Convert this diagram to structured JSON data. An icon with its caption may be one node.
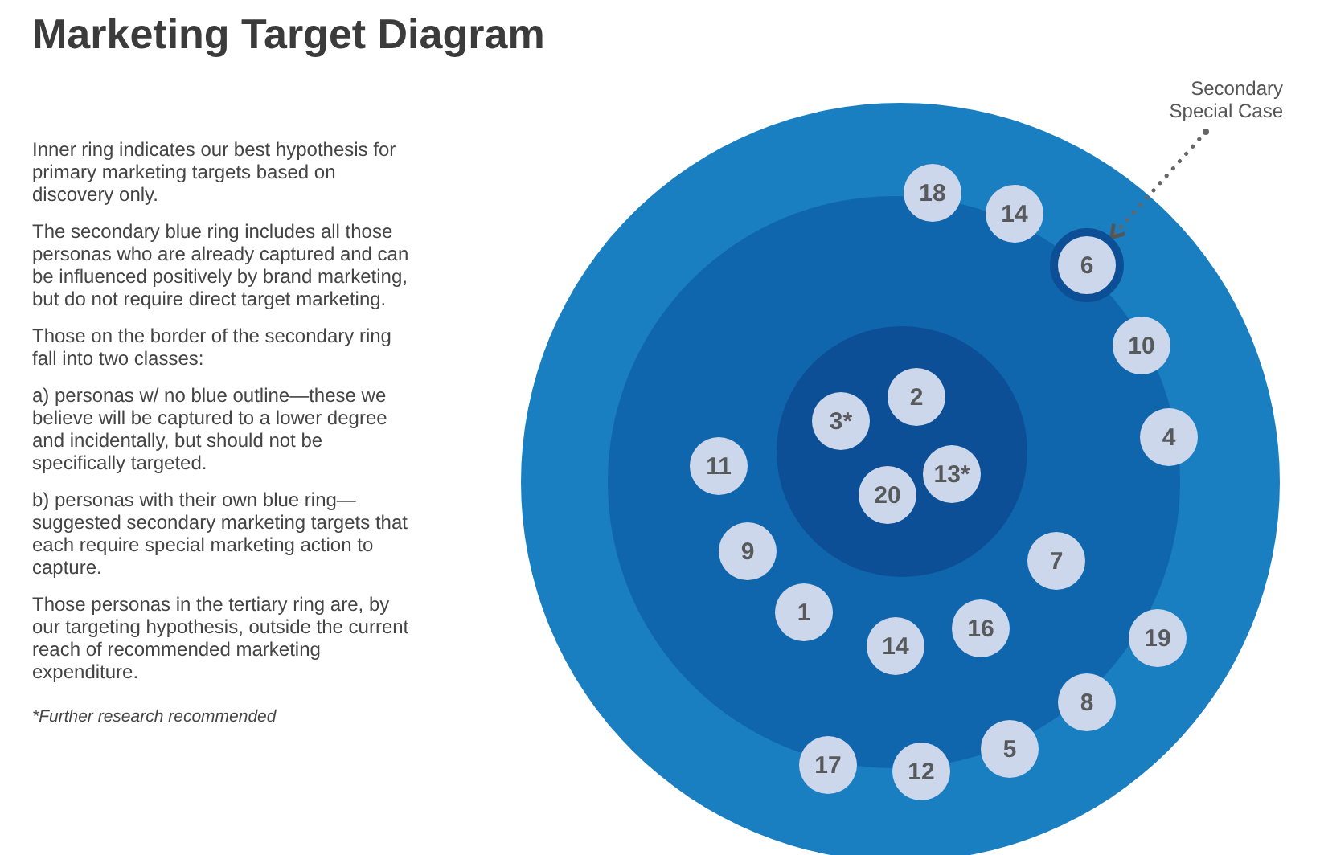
{
  "diagram": {
    "title": "Marketing Target Diagram",
    "nodes": [
      {
        "text": [],
        "shape": "circle"
      },
      {
        "text": [],
        "shape": "circle",
        "in": 0
      },
      {
        "text": [],
        "shape": "circle",
        "in": 1
      },
      {
        "text": [
          "Secondary Special Case"
        ]
      },
      {
        "text": [
          "18"
        ],
        "in": 0
      },
      {
        "text": [
          "14"
        ],
        "in": 0
      },
      {
        "text": [
          "6"
        ],
        "in": 1
      },
      {
        "text": [
          "10"
        ],
        "in": 1
      },
      {
        "text": [
          "2"
        ],
        "in": 2
      },
      {
        "text": [
          "3*"
        ],
        "in": 2
      },
      {
        "text": [
          "4"
        ],
        "in": 1
      },
      {
        "text": [
          "11"
        ],
        "in": 1
      },
      {
        "text": [
          "13*"
        ],
        "in": 2
      },
      {
        "text": [
          "20"
        ],
        "in": 2
      },
      {
        "text": [
          "9"
        ],
        "in": 1
      },
      {
        "text": [
          "7"
        ],
        "in": 1
      },
      {
        "text": [
          "1"
        ],
        "in": 1
      },
      {
        "text": [
          "16"
        ],
        "in": 1
      },
      {
        "text": [
          "19"
        ],
        "in": 0
      },
      {
        "text": [
          "14"
        ],
        "in": 1
      },
      {
        "text": [
          "8"
        ],
        "in": 1
      },
      {
        "text": [
          "5"
        ],
        "in": 0
      },
      {
        "text": [
          "17"
        ],
        "in": 0
      },
      {
        "text": [
          "12"
        ],
        "in": 0
      }
    ],
    "edges": [
      {
        "from": 3,
        "to": 6,
        "arrow": "to",
        "style": "dashed"
      }
    ],
    "labels": [
      "Inner ring indicates our best hypothesis for primary marketing targets based on discovery only.",
      "The secondary blue ring includes all those personas who are already captured and can be influenced positively by brand marketing, but do not require direct target marketing.",
      "Those on the border of the secondary ring fall into two classes:",
      "a) personas w/ no blue outline—these we believe will be captured to a lower degree and incidentally, but should not be specifically targeted.",
      "b) personas with their own blue ring—suggested secondary marketing targets that each require special marketing action to capture.",
      "Those personas in the tertiary ring are, by our targeting hypothesis, outside the current reach of recommended marketing expenditure.",
      "*Further research recommended"
    ]
  }
}
